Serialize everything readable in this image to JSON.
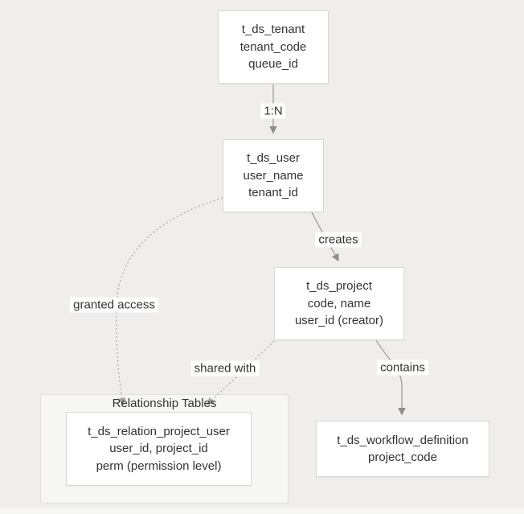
{
  "diagram": {
    "subgraph_title": "Relationship Tables",
    "nodes": {
      "tenant": {
        "lines": [
          "t_ds_tenant",
          "tenant_code",
          "queue_id"
        ]
      },
      "user": {
        "lines": [
          "t_ds_user",
          "user_name",
          "tenant_id"
        ]
      },
      "project": {
        "lines": [
          "t_ds_project",
          "code, name",
          "user_id (creator)"
        ]
      },
      "workflow": {
        "lines": [
          "t_ds_workflow_definition",
          "project_code"
        ]
      },
      "relation": {
        "lines": [
          "t_ds_relation_project_user",
          "user_id, project_id",
          "perm (permission level)"
        ]
      }
    },
    "edges": [
      {
        "from": "t_ds_tenant",
        "to": "t_ds_user",
        "label": "1:N",
        "style": "solid"
      },
      {
        "from": "t_ds_user",
        "to": "t_ds_project",
        "label": "creates",
        "style": "solid"
      },
      {
        "from": "t_ds_project",
        "to": "t_ds_workflow_definition",
        "label": "contains",
        "style": "solid"
      },
      {
        "from": "t_ds_user",
        "to": "t_ds_relation_project_user",
        "label": "granted access",
        "style": "dotted"
      },
      {
        "from": "t_ds_project",
        "to": "t_ds_relation_project_user",
        "label": "shared with",
        "style": "dotted"
      }
    ],
    "colors": {
      "background": "#efeeec",
      "node_fill": "#ffffff",
      "node_border": "#d9d8d6",
      "subgraph_fill": "#f6f6f4",
      "subgraph_border": "#e1e0dd",
      "solid_edge": "#999693",
      "dotted_edge": "#a8a5a2",
      "arrowhead": "#8f8d8a",
      "text": "#333333"
    }
  }
}
